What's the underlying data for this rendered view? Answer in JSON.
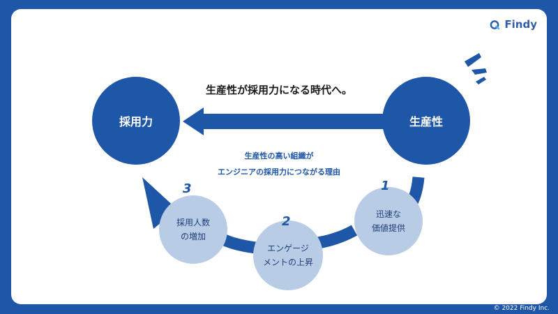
{
  "logo": {
    "name": "Findy"
  },
  "copyright": "© 2022 Findy Inc.",
  "headline": "生産性が採用力になる時代へ。",
  "subtitle": {
    "line1": "生産性の高い組織が",
    "line2": "エンジニアの採用力につながる理由"
  },
  "nodes": {
    "hiring_power": "採用力",
    "productivity": "生産性"
  },
  "steps": [
    {
      "number": "1",
      "line1": "迅速な",
      "line2": "価値提供"
    },
    {
      "number": "2",
      "line1": "エンゲージ",
      "line2": "メントの上昇"
    },
    {
      "number": "3",
      "line1": "採用人数",
      "line2": "の増加"
    }
  ],
  "colors": {
    "brand_blue": "#1f57a8",
    "light_blue": "#b9cce6",
    "background": "#ffffff"
  }
}
